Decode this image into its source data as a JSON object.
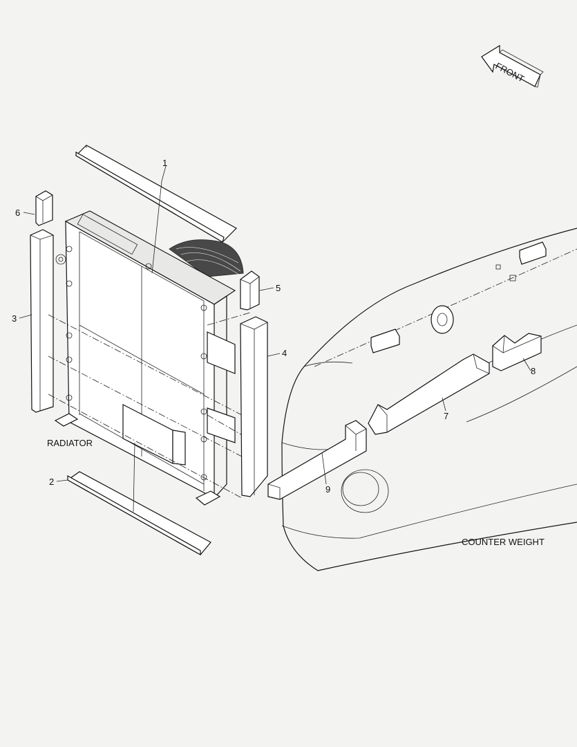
{
  "front_arrow": {
    "label": "FRONT"
  },
  "assemblies": {
    "radiator": "RADIATOR",
    "counter_weight": "COUNTER WEIGHT"
  },
  "callouts": [
    "1",
    "2",
    "3",
    "4",
    "5",
    "6",
    "7",
    "8",
    "9"
  ]
}
